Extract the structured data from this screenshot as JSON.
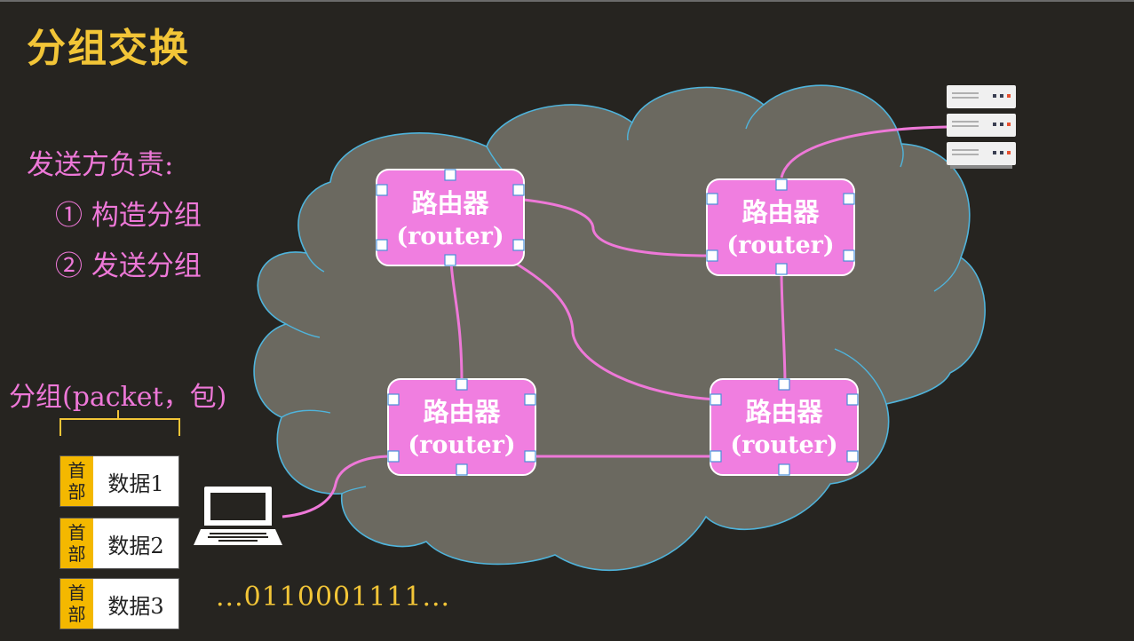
{
  "title": "分组交换",
  "sender": {
    "heading": "发送方负责:",
    "steps": [
      "① 构造分组",
      "② 发送分组"
    ]
  },
  "packet_label": "分组(packet，包)",
  "packets": [
    {
      "header": [
        "首",
        "部"
      ],
      "data": "数据1"
    },
    {
      "header": [
        "首",
        "部"
      ],
      "data": "数据2"
    },
    {
      "header": [
        "首",
        "部"
      ],
      "data": "数据3"
    }
  ],
  "bitstream": "...0110001111...",
  "routers": [
    {
      "name": "路由器",
      "sub": "(router)"
    },
    {
      "name": "路由器",
      "sub": "(router)"
    },
    {
      "name": "路由器",
      "sub": "(router)"
    },
    {
      "name": "路由器",
      "sub": "(router)"
    }
  ],
  "colors": {
    "background": "#262420",
    "title": "#f2c537",
    "accent_text": "#ee78d8",
    "router_fill": "#f07ee0",
    "cloud_fill": "#6b6960",
    "cloud_stroke": "#4fb4dc",
    "link": "#ee78d8",
    "header_fill": "#f4b800"
  },
  "icons": [
    "laptop-icon",
    "server-icon",
    "cloud-shape"
  ]
}
